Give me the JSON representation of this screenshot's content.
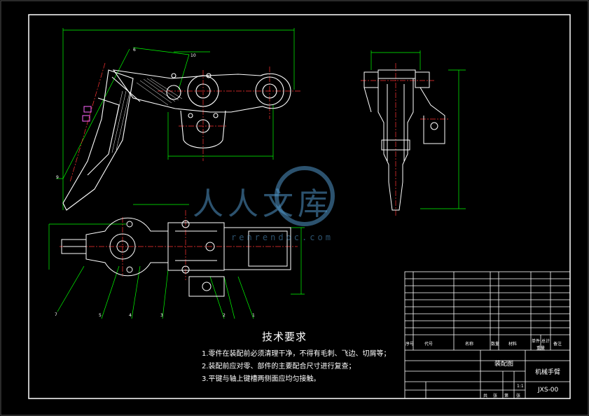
{
  "technical_requirements": {
    "title": "技术要求",
    "items": [
      "1.零件在装配前必须清理干净，不得有毛刺、飞边、切屑等；",
      "2.装配前应对零、部件的主要配合尺寸进行复查；",
      "3.平键与轴上键槽两侧面应均匀接触。"
    ]
  },
  "watermark": {
    "text": "人人文库",
    "url": "renrendoc.com"
  },
  "title_block": {
    "header_labels": [
      "序号",
      "代号",
      "名称",
      "数量",
      "材料",
      "单件",
      "总计",
      "备注"
    ],
    "weight_label": "重量",
    "drawing_title": "机械手臂",
    "drawing_number": "JXS-00",
    "assembly_label": "装配图",
    "scale_value": "1:1",
    "sheet_labels": [
      "共",
      "张",
      "第",
      "张"
    ]
  },
  "leader_labels": [
    "6",
    "10",
    "9",
    "7",
    "5",
    "4",
    "3",
    "2",
    "1"
  ],
  "colors": {
    "background": "#000000",
    "outline": "#ffffff",
    "dimension": "#00ff00",
    "centerline": "#ff3333",
    "accent": "#ff66ff",
    "watermark": "#5096c8"
  }
}
